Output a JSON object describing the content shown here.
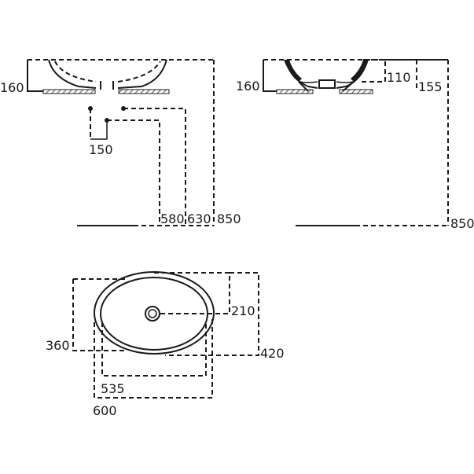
{
  "front_view": {
    "height_label": "160",
    "waste_offset_label": "150",
    "dim_580": "580",
    "dim_630": "630",
    "dim_850": "850"
  },
  "side_view": {
    "height_label": "160",
    "dim_110": "110",
    "dim_155": "155",
    "dim_850": "850"
  },
  "top_view": {
    "dim_360": "360",
    "dim_210": "210",
    "dim_420": "420",
    "dim_535": "535",
    "dim_600": "600"
  }
}
